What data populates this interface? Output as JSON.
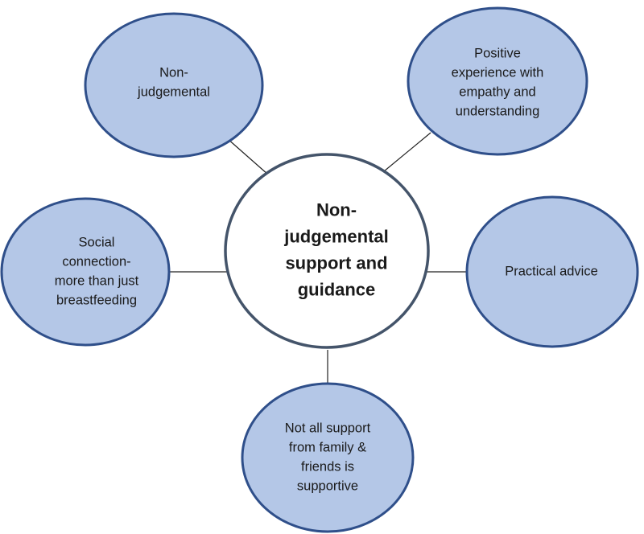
{
  "center": {
    "lines": [
      "Non-",
      "judgemental",
      "support and",
      "guidance"
    ]
  },
  "nodes": [
    {
      "id": "non-judgemental",
      "lines": [
        "Non-",
        "judgemental"
      ]
    },
    {
      "id": "positive-experience",
      "lines": [
        "Positive",
        "experience with",
        "empathy and",
        "understanding"
      ]
    },
    {
      "id": "social-connection",
      "lines": [
        "Social",
        "connection-",
        "more than just",
        "breastfeeding"
      ]
    },
    {
      "id": "practical-advice",
      "lines": [
        "Practical advice"
      ]
    },
    {
      "id": "family-friends",
      "lines": [
        "Not all support",
        "from family &",
        "friends is",
        "supportive"
      ]
    }
  ],
  "colors": {
    "node_fill": "#b4c7e7",
    "node_stroke": "#2f4f8a",
    "center_fill": "#ffffff",
    "center_stroke": "#44546a",
    "connector": "#222222"
  }
}
